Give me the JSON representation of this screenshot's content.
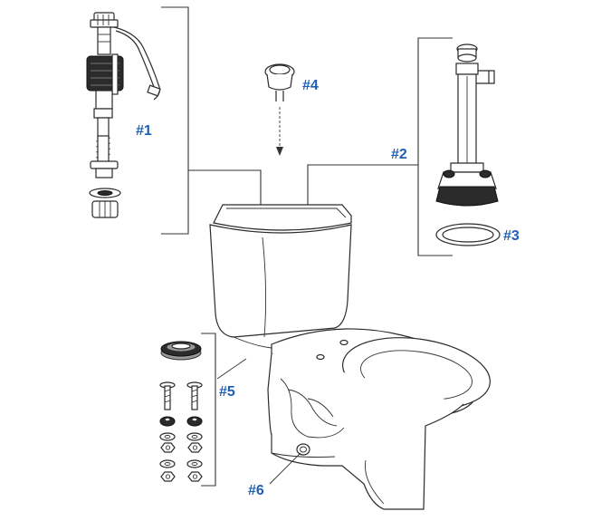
{
  "callouts": {
    "fill_valve": "#1",
    "flush_valve": "#2",
    "flush_valve_seal": "#3",
    "trip_button": "#4",
    "tank_to_bowl_kit": "#5",
    "bolt_cap": "#6"
  },
  "colors": {
    "callout_text": "#1f5fb3",
    "line_art": "#2a2a2a",
    "background": "#ffffff"
  },
  "icons": [
    "fill-valve-icon",
    "push-button-icon",
    "flush-valve-icon",
    "seal-ring-icon",
    "toilet-icon",
    "gasket-icon",
    "bolt-icon",
    "washer-icon",
    "nut-icon"
  ]
}
